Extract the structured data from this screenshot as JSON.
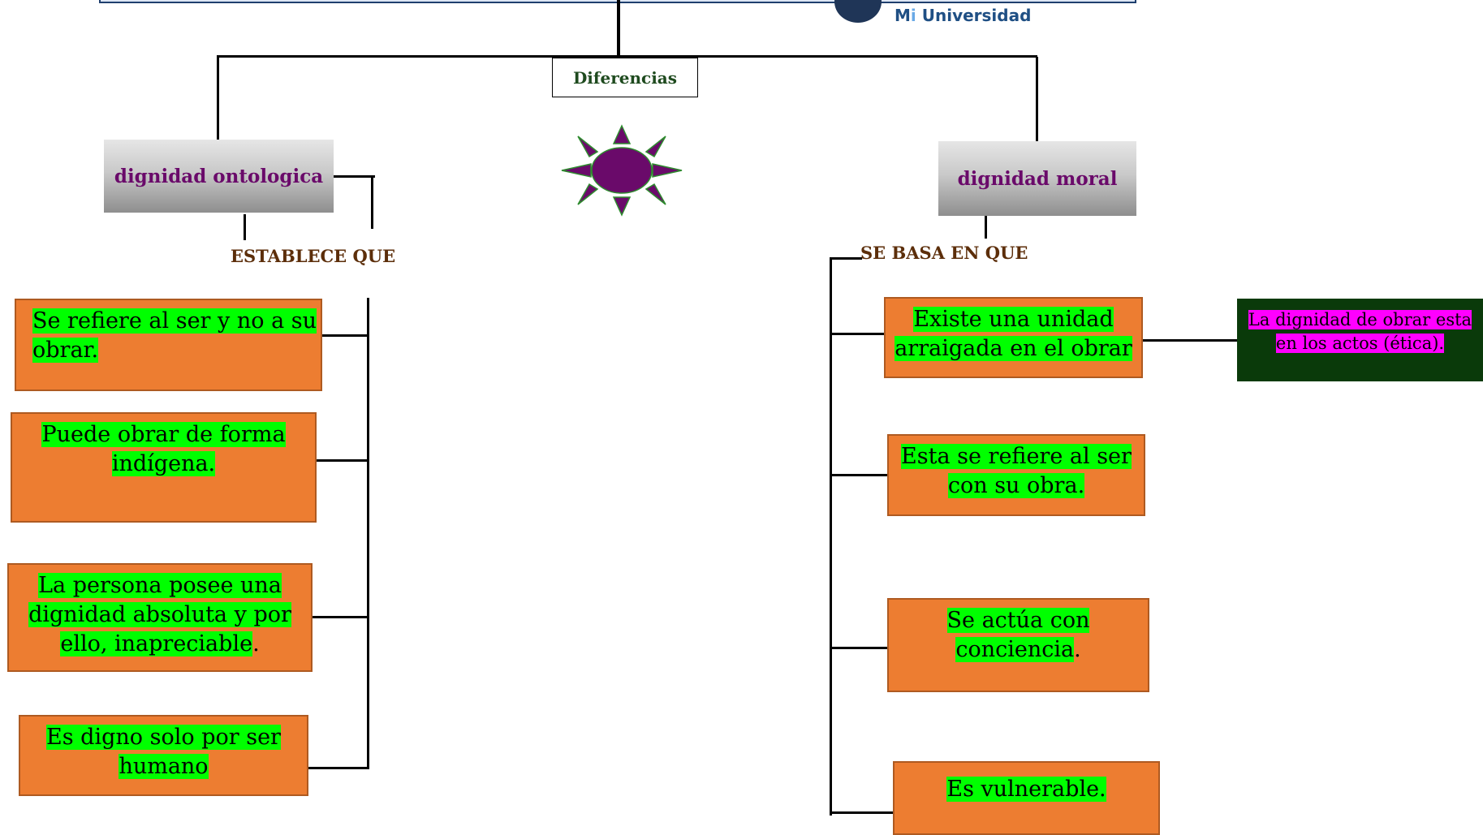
{
  "logo": {
    "brand_prefix": "M",
    "brand_i": "i",
    "brand_suffix": " Universidad"
  },
  "root": {
    "label": "Diferencias"
  },
  "left": {
    "title": "dignidad ontologica",
    "connector": "ESTABLECE QUE",
    "items": [
      {
        "text": "Se refiere al ser y no a su obrar."
      },
      {
        "text": "Puede obrar de forma indígena."
      },
      {
        "text": "La persona posee una dignidad absoluta y por ello, inapreciable",
        "suffix": "."
      },
      {
        "text": "Es digno solo por ser humano"
      }
    ]
  },
  "right": {
    "title": "dignidad moral",
    "connector": "SE BASA EN QUE",
    "items": [
      {
        "text": "Existe una unidad arraigada en el obrar"
      },
      {
        "text": "Esta se refiere al ser con   su obra."
      },
      {
        "text": "Se actúa con conciencia",
        "suffix": "."
      },
      {
        "text": "Es vulnerable."
      }
    ],
    "note": "La dignidad de obrar esta en los actos (ética)."
  },
  "colors": {
    "box_fill": "#ed7d31",
    "text_highlight": "#00ff00",
    "note_highlight": "#ff00ff",
    "note_fill": "#0a3a0a",
    "title_color": "#6a0a6a",
    "connector_color": "#5c2e0a",
    "sun_fill": "#6a0a6a",
    "sun_outline": "#2e8b2e"
  }
}
